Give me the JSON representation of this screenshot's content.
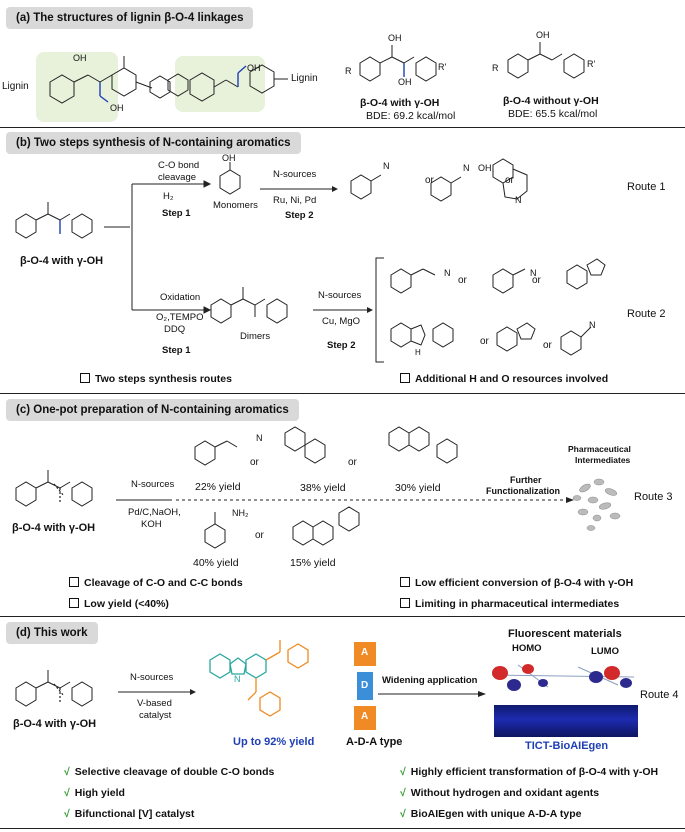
{
  "sections": {
    "a": {
      "title": "(a) The structures of lignin β-O-4 linkages"
    },
    "b": {
      "title": "(b) Two steps synthesis of N-containing aromatics"
    },
    "c": {
      "title": "(c) One-pot preparation of N-containing aromatics"
    },
    "d": {
      "title": "(d) This work"
    }
  },
  "a": {
    "lignin_left": "Lignin",
    "lignin_right": "Lignin",
    "with_oh": "β-O-4 with γ-OH",
    "with_oh_bde": "BDE: 69.2 kcal/mol",
    "without_oh": "β-O-4 without γ-OH",
    "without_oh_bde": "BDE: 65.5 kcal/mol",
    "oh": "OH",
    "r": "R",
    "rp": "R'"
  },
  "b": {
    "start_label": "β-O-4 with γ-OH",
    "upper_arrow_top": "C-O bond",
    "upper_arrow_top2": "cleavage",
    "upper_arrow_bottom": "H₂",
    "step1_upper": "Step 1",
    "monomers": "Monomers",
    "nsources_upper": "N-sources",
    "catalysts_upper": "Ru, Ni, Pd",
    "step2_upper": "Step 2",
    "or": "or",
    "route1": "Route 1",
    "lower_arrow_top": "Oxidation",
    "lower_arrow_bottom": "O₂,TEMPO",
    "lower_arrow_bottom2": "DDQ",
    "step1_lower": "Step 1",
    "dimers": "Dimers",
    "nsources_lower": "N-sources",
    "catalysts_lower": "Cu, MgO",
    "step2_lower": "Step 2",
    "route2": "Route 2",
    "note_left": "Two steps synthesis routes",
    "note_right": "Additional H and O resources involved"
  },
  "c": {
    "start_label": "β-O-4 with γ-OH",
    "nsources": "N-sources",
    "cond1": "Pd/C,NaOH,",
    "cond2": "KOH",
    "yield1": "22% yield",
    "yield2": "38% yield",
    "yield3": "30% yield",
    "yield4": "40% yield",
    "yield5": "15% yield",
    "further1": "Further",
    "further2": "Functionalization",
    "pharma1": "Pharmaceutical",
    "pharma2": "Intermediates",
    "route3": "Route 3",
    "notes": [
      "Cleavage of C-O and C-C bonds",
      "Low yield (<40%)",
      "Low efficient conversion of β-O-4 with γ-OH",
      "Limiting in pharmaceutical intermediates"
    ]
  },
  "d": {
    "start_label": "β-O-4 with γ-OH",
    "nsources": "N-sources",
    "cat1": "V-based",
    "cat2": "catalyst",
    "yield": "Up to 92% yield",
    "ada": "A-D-A type",
    "a_label": "A",
    "d_label": "D",
    "widening": "Widening application",
    "fluor": "Fluorescent materials",
    "homo": "HOMO",
    "lumo": "LUMO",
    "tict": "TICT-BioAIEgen",
    "route4": "Route 4",
    "checks": [
      "Selective cleavage of double C-O bonds",
      "High yield",
      "Bifunctional [V] catalyst",
      "Highly efficient transformation of β-O-4 with γ-OH",
      "Without hydrogen and oxidant agents",
      "BioAIEgen with unique A-D-A type"
    ]
  },
  "colors": {
    "accent_blue": "#1f3fb5",
    "orange": "#f08a24",
    "teal": "#2aa7a0",
    "check_green": "#2f9a2f",
    "header_gray": "#d9d9d9"
  }
}
